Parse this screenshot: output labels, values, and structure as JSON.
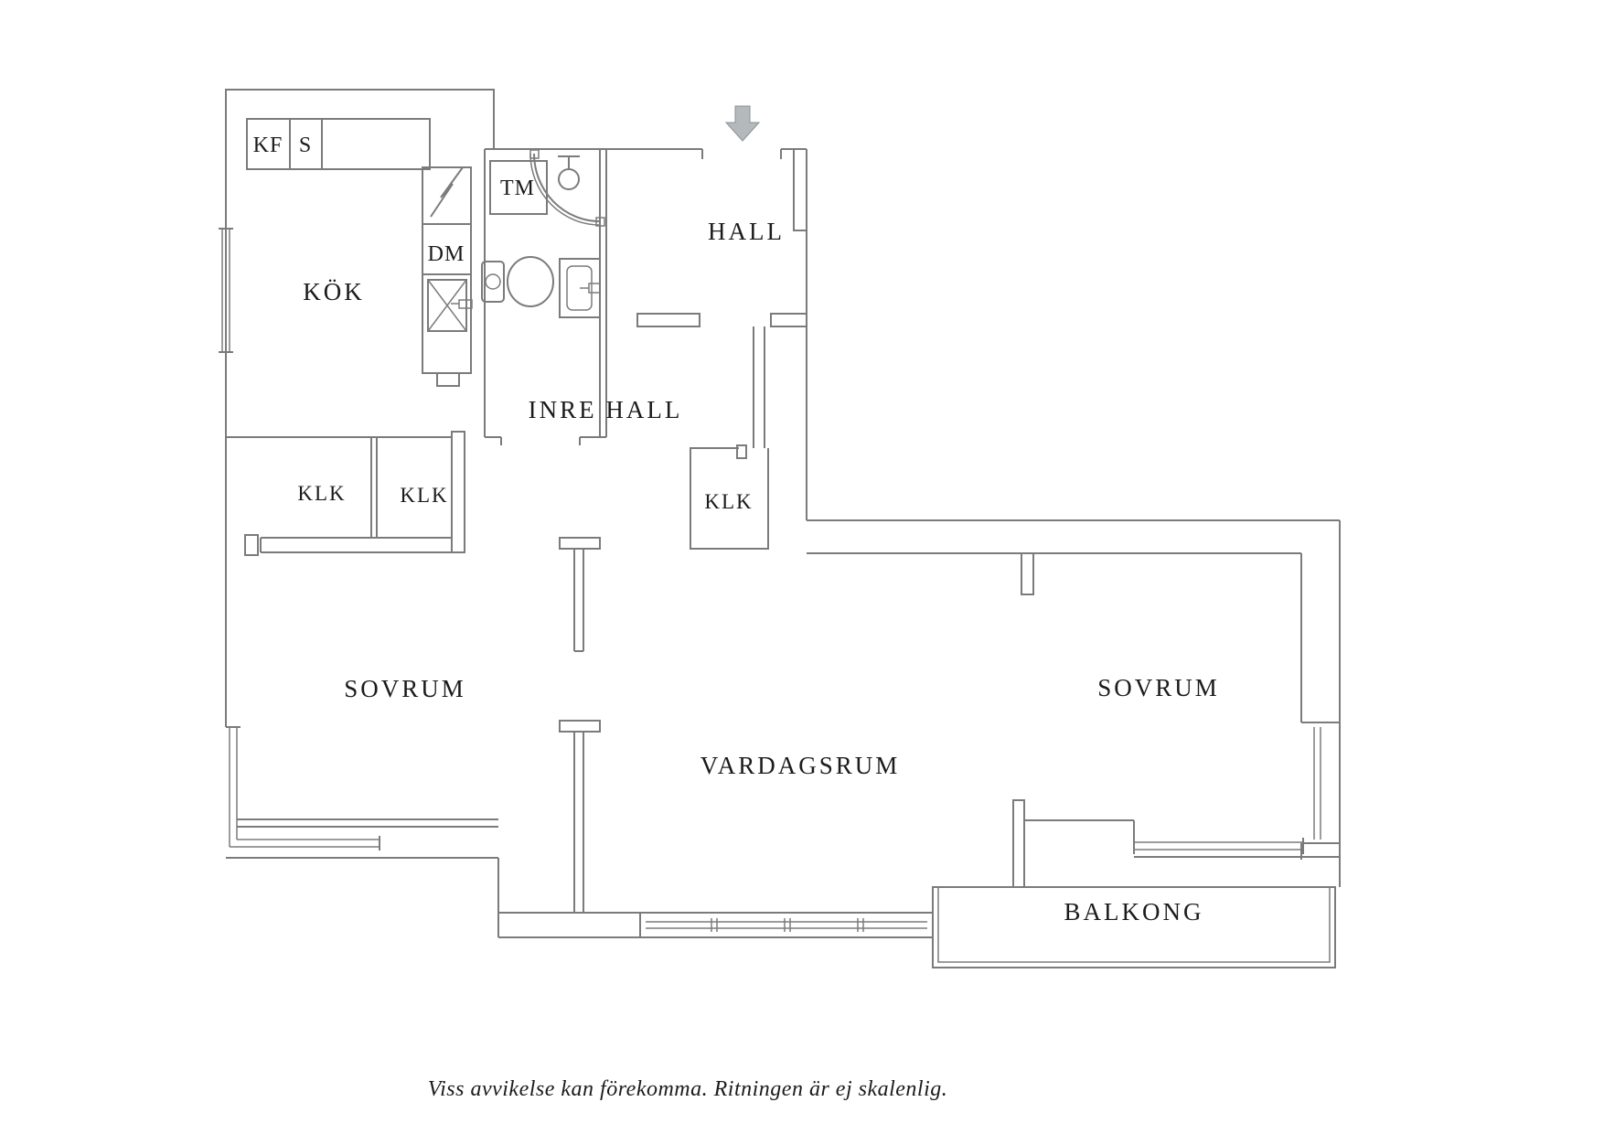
{
  "floorplan": {
    "rooms": [
      {
        "id": "kok",
        "label": "KÖK"
      },
      {
        "id": "hall",
        "label": "HALL"
      },
      {
        "id": "inre-hall",
        "label": "INRE HALL"
      },
      {
        "id": "klk-left",
        "label": "KLK"
      },
      {
        "id": "klk-mid",
        "label": "KLK"
      },
      {
        "id": "klk-hall",
        "label": "KLK"
      },
      {
        "id": "sovrum-left",
        "label": "SOVRUM"
      },
      {
        "id": "sovrum-right",
        "label": "SOVRUM"
      },
      {
        "id": "vardagsrum",
        "label": "VARDAGSRUM"
      },
      {
        "id": "balkong",
        "label": "BALKONG"
      }
    ],
    "appliances": [
      {
        "id": "kf",
        "label": "KF"
      },
      {
        "id": "s",
        "label": "S"
      },
      {
        "id": "tm",
        "label": "TM"
      },
      {
        "id": "dm",
        "label": "DM"
      }
    ],
    "caption": "Viss avvikelse kan förekomma. Ritningen är ej skalenlig.",
    "colors": {
      "wall": "#7b7b7b",
      "text": "#1b1b1b",
      "arrow_fill": "#b4b9bc",
      "arrow_stroke": "#8a9094",
      "background": "#ffffff"
    }
  }
}
